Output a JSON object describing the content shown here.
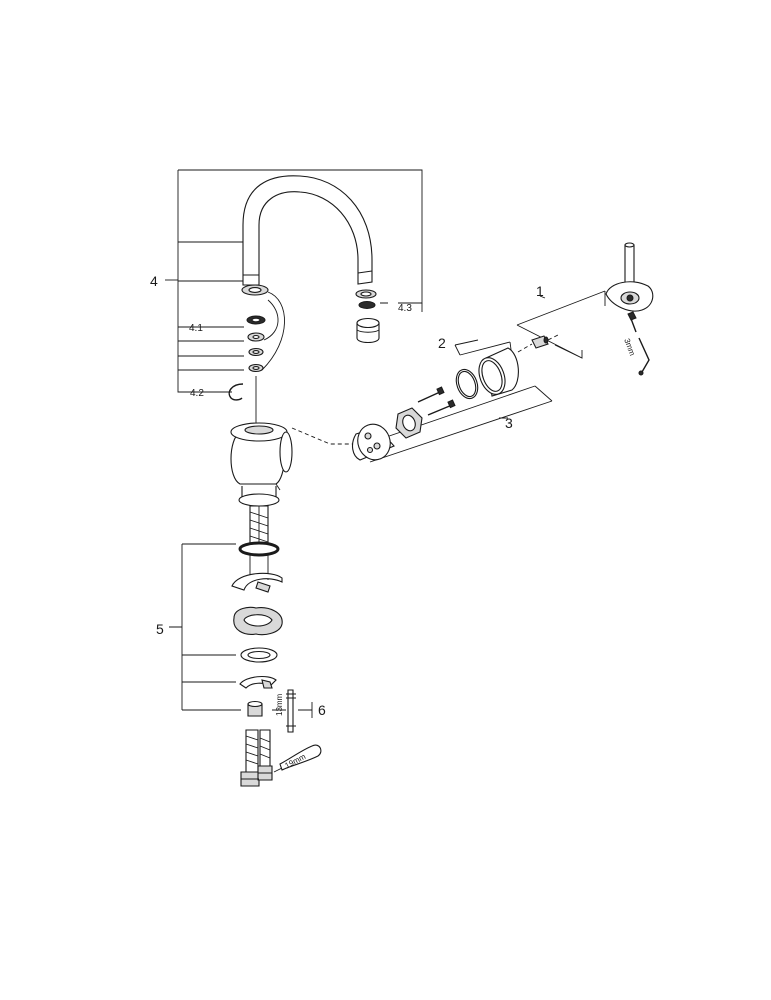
{
  "callouts": {
    "c1": "1",
    "c2": "2",
    "c3": "3",
    "c4": "4",
    "c4_1": "4.1",
    "c4_2": "4.2",
    "c4_3": "4.3",
    "c5": "5",
    "c6": "6"
  },
  "dimensions": {
    "hex_key": "3mm",
    "spanner_small": "13mm",
    "spanner_large": "19mm"
  }
}
